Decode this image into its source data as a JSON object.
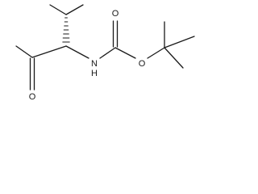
{
  "structure": {
    "atom_labels": {
      "ketone_oxygen": "O",
      "amide_nitrogen": "N",
      "amide_hydrogen": "H",
      "carbonyl_oxygen": "O",
      "ester_oxygen": "O"
    },
    "stereo_bond_style": "hashed-wedge",
    "bond_color": "#1a1a1a"
  }
}
